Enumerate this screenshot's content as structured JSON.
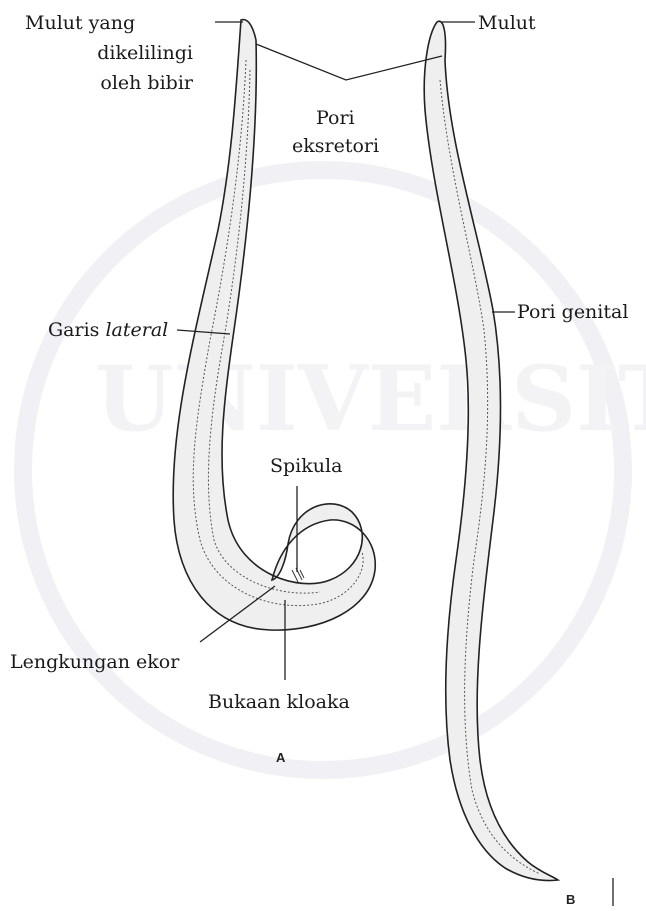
{
  "labels": {
    "mouth_lips_1": "Mulut yang",
    "mouth_lips_2": "dikelilingi",
    "mouth_lips_3": "oleh bibir",
    "mouth": "Mulut",
    "excretory_1": "Pori",
    "excretory_2": "eksretori",
    "lateral_prefix": "Garis ",
    "lateral_italic": "lateral",
    "genital": "Pori genital",
    "spicule": "Spikula",
    "tail_curve": "Lengkungan ekor",
    "cloaca": "Bukaan kloaka"
  },
  "panels": {
    "a": "A",
    "b": "B"
  },
  "watermark": {
    "text": "UNIVERSITAS"
  },
  "colors": {
    "outline": "#222222",
    "body_fill": "#efefef",
    "watermark": "#f3f3f6"
  }
}
